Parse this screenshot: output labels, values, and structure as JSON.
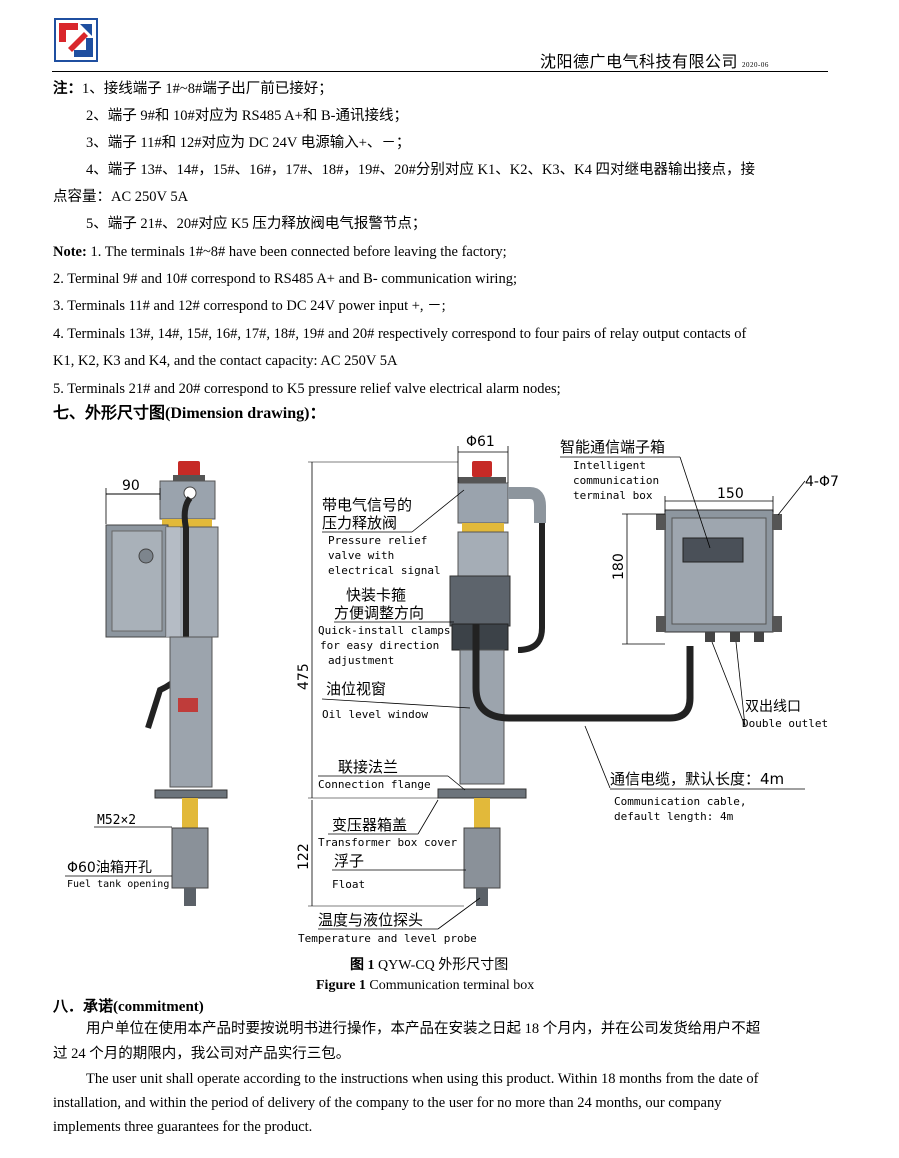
{
  "header": {
    "company": "沈阳德广电气科技有限公司",
    "date": "2020-06"
  },
  "notes_cn": {
    "label": "注：",
    "n1": "1、接线端子 1#~8#端子出厂前已接好；",
    "n2": "2、端子 9#和 10#对应为 RS485 A+和 B-通讯接线；",
    "n3": "3、端子 11#和 12#对应为 DC 24V 电源输入+、－；",
    "n4a": "4、端子 13#、14#，15#、16#，17#、18#，19#、20#分别对应 K1、K2、K3、K4 四对继电器输出接点，接",
    "n4b": "点容量：AC 250V 5A",
    "n5": "5、端子 21#、20#对应 K5 压力释放阀电气报警节点；"
  },
  "notes_en": {
    "label": "Note:",
    "n1": "1. The terminals 1#~8# have been connected before leaving the factory;",
    "n2": "2. Terminal 9# and 10# correspond to RS485 A+ and B- communication wiring;",
    "n3": "3. Terminals 11# and 12# correspond to DC 24V power input +, －;",
    "n4a": "4. Terminals 13#, 14#, 15#, 16#, 17#, 18#, 19# and 20# respectively correspond to four pairs of relay output contacts of",
    "n4b": "K1, K2, K3 and K4, and the contact capacity: AC 250V 5A",
    "n5": "5. Terminals 21# and 20# correspond to K5 pressure relief valve electrical alarm nodes;"
  },
  "section7": {
    "title": "七、外形尺寸图(Dimension drawing)："
  },
  "drawing": {
    "dim_90": "90",
    "dim_61": "Φ61",
    "dim_150": "150",
    "dim_4phi7": "4-Φ7",
    "dim_180": "180",
    "dim_475": "475",
    "dim_122": "122",
    "m52": "M52×2",
    "tank_cn": "Φ60油箱开孔",
    "tank_en": "Fuel tank opening",
    "smart_cn": "智能通信端子箱",
    "smart_en1": "Intelligent",
    "smart_en2": "communication",
    "smart_en3": "terminal box",
    "valve_cn1": "带电气信号的",
    "valve_cn2": "压力释放阀",
    "valve_en1": "Pressure relief",
    "valve_en2": "valve with",
    "valve_en3": "electrical signal",
    "clamp_cn1": "快装卡箍",
    "clamp_cn2": "方便调整方向",
    "clamp_en1": "Quick-install clamps",
    "clamp_en2": "for easy direction",
    "clamp_en3": "adjustment",
    "oil_cn": "油位视窗",
    "oil_en": "Oil level window",
    "flange_cn": "联接法兰",
    "flange_en": "Connection flange",
    "transformer_cn": "变压器箱盖",
    "transformer_en": "Transformer box cover",
    "float_cn": "浮子",
    "float_en": "Float",
    "probe_cn": "温度与液位探头",
    "probe_en": "Temperature and level probe",
    "outlet_cn": "双出线口",
    "outlet_en": "Double outlet",
    "cable_cn": "通信电缆，默认长度：4m",
    "cable_en1": "Communication cable,",
    "cable_en2": "default length: 4m"
  },
  "figure": {
    "cap_cn_label": "图 1",
    "cap_cn_text": "QYW-CQ  外形尺寸图",
    "cap_en_label": "Figure 1",
    "cap_en_text": "Communication terminal box"
  },
  "section8": {
    "title": "八．承诺(commitment)",
    "cn1": "用户单位在使用本产品时要按说明书进行操作，本产品在安装之日起 18 个月内，并在公司发货给用户不超",
    "cn2": "过 24 个月的期限内，我公司对产品实行三包。",
    "en1": "The user unit shall operate according to the instructions when using this product. Within 18 months from the date of",
    "en2": "installation, and within the period of delivery of the company to the user for no more than 24 months, our company",
    "en3": "implements three guarantees for the product."
  },
  "colors": {
    "logo_red": "#d9262b",
    "logo_blue": "#1f4fa0",
    "metal": "#9aa3ad",
    "dark": "#2b2f36"
  }
}
